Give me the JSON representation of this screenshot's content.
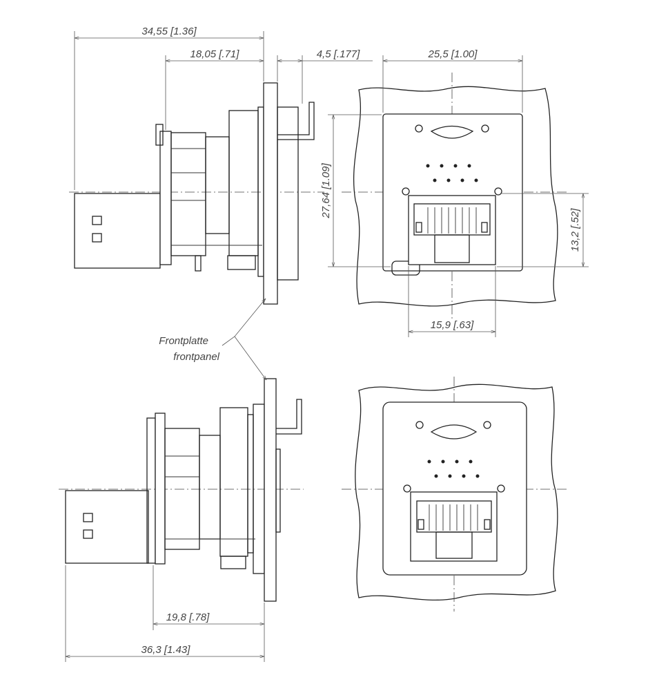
{
  "dimensions": {
    "d1": "34,55 [1.36]",
    "d2": "18,05 [.71]",
    "d3": "4,5 [.177]",
    "d4": "25,5 [1.00]",
    "d5": "27,64 [1.09]",
    "d6": "13,2 [.52]",
    "d7": "15,9 [.63]",
    "d8": "19,8 [.78]",
    "d9": "36,3 [1.43]"
  },
  "callout": {
    "line1": "Frontplatte",
    "line2": "frontpanel"
  }
}
